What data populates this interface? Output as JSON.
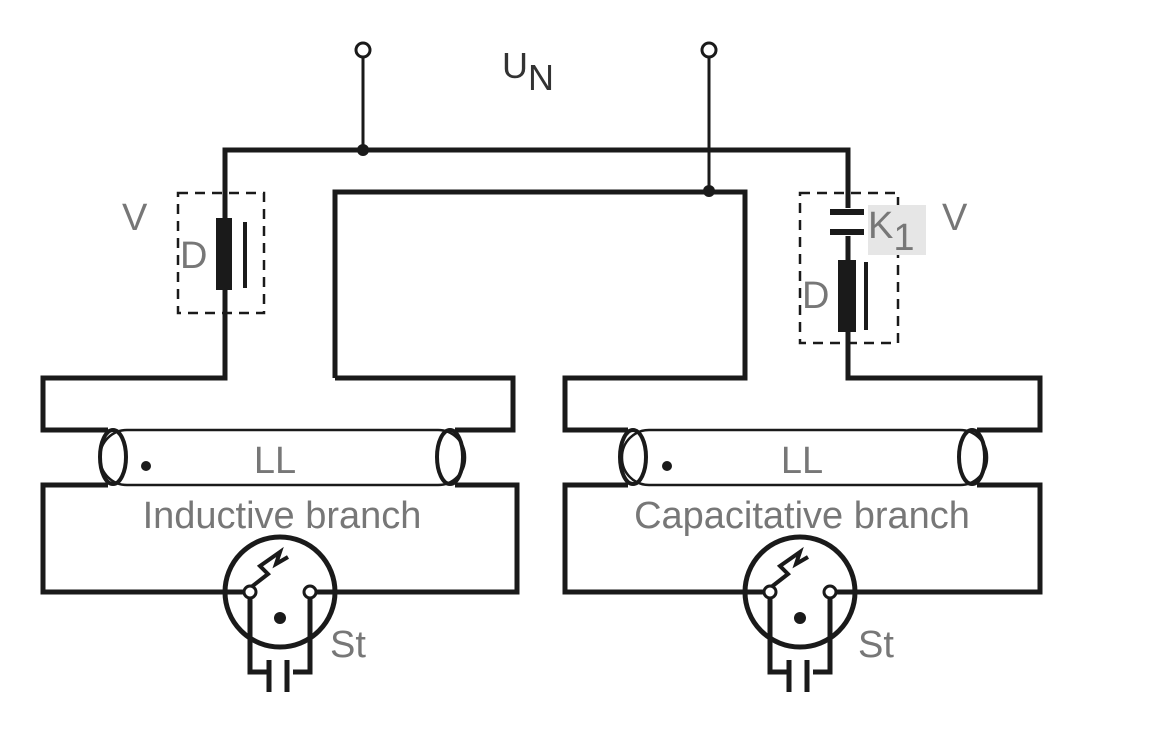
{
  "supply": {
    "label_main": "U",
    "label_sub": "N"
  },
  "left_branch": {
    "ballast_label": "V",
    "choke_label": "D",
    "lamp_label": "LL",
    "branch_label": "Inductive branch",
    "starter_label": "St"
  },
  "right_branch": {
    "ballast_label": "V",
    "capacitor_label_main": "K",
    "capacitor_label_sub": "1",
    "choke_label": "D",
    "lamp_label": "LL",
    "branch_label": "Capacitative branch",
    "starter_label": "St"
  },
  "colors": {
    "wire": "#1a1a1a",
    "label_gray": "#777777",
    "highlight": "#e6e6e6"
  }
}
